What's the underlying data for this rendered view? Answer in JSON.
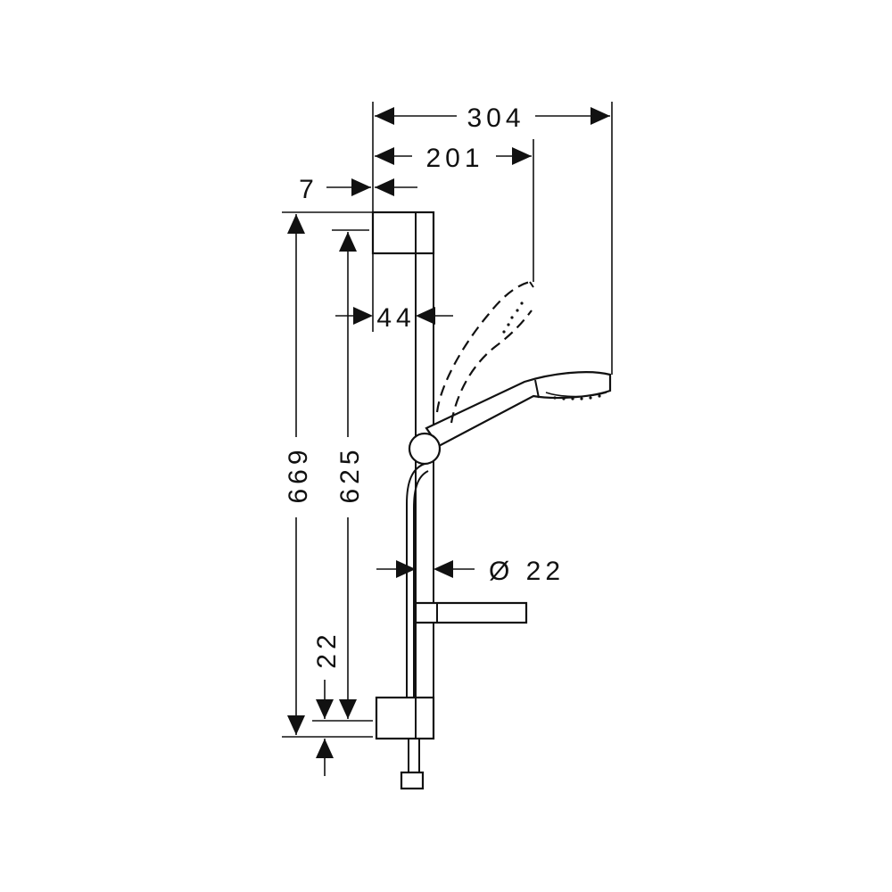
{
  "dimensions": {
    "overall_width": "304",
    "showerhead_reach": "201",
    "wall_offset": "7",
    "bar_depth": "44",
    "overall_height": "669",
    "bracket_spacing": "625",
    "bottom_offset": "22",
    "bar_diameter": "Ø 22"
  },
  "colors": {
    "line": "#111111",
    "background": "#ffffff"
  }
}
